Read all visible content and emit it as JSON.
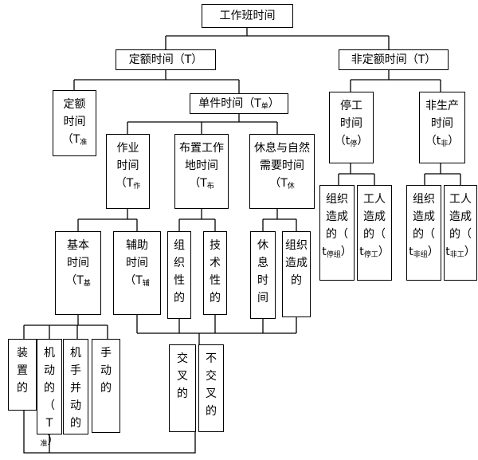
{
  "nodes": {
    "root": "工作班时间",
    "quota": "定额时间（T）",
    "nonquota": "非定额时间（T）",
    "quota_left": "定额\n时间\n（T",
    "quota_left_sub": "准",
    "unit": "单件时间（T",
    "unit_sub": "单",
    "work": "作业\n时间\n（T",
    "work_sub": "作",
    "arrange": "布置工作\n地时间\n（T",
    "arrange_sub": "布",
    "rest": "休息与自然\n需要时间\n（T",
    "rest_sub": "休",
    "basic": "基本\n时间\n（T",
    "basic_sub": "基",
    "aux": "辅助\n时间\n（T",
    "aux_sub": "辅",
    "arr_org": "组\n织\n性\n的",
    "arr_tech": "技\n术\n性\n的",
    "rest_rest": "休\n息\n时\n间",
    "rest_org": "组织\n造成\n的",
    "dev": "装\n置\n的",
    "machine": "机\n动\n的\n（\nT",
    "machine_sub": "准",
    "machine_tail": "）",
    "handmachine": "机\n手\n并\n动\n的",
    "manual": "手\n动\n的",
    "cross": "交\n叉\n的",
    "noncross": "不\n交\n叉\n的",
    "stop": "停工\n时间\n（t",
    "stop_sub": "停",
    "nonprod": "非生产\n时间\n（t",
    "nonprod_sub": "非",
    "stop_org": "组织\n造成\n的（\nt",
    "stop_org_sub": "停组",
    "stop_work": "工人\n造成\n的（\nt",
    "stop_work_sub": "停工",
    "np_org": "组织\n造成\n的（\nt",
    "np_org_sub": "非组",
    "np_work": "工人\n造成\n的（\nt",
    "np_work_sub": "非工",
    "close": "）"
  }
}
